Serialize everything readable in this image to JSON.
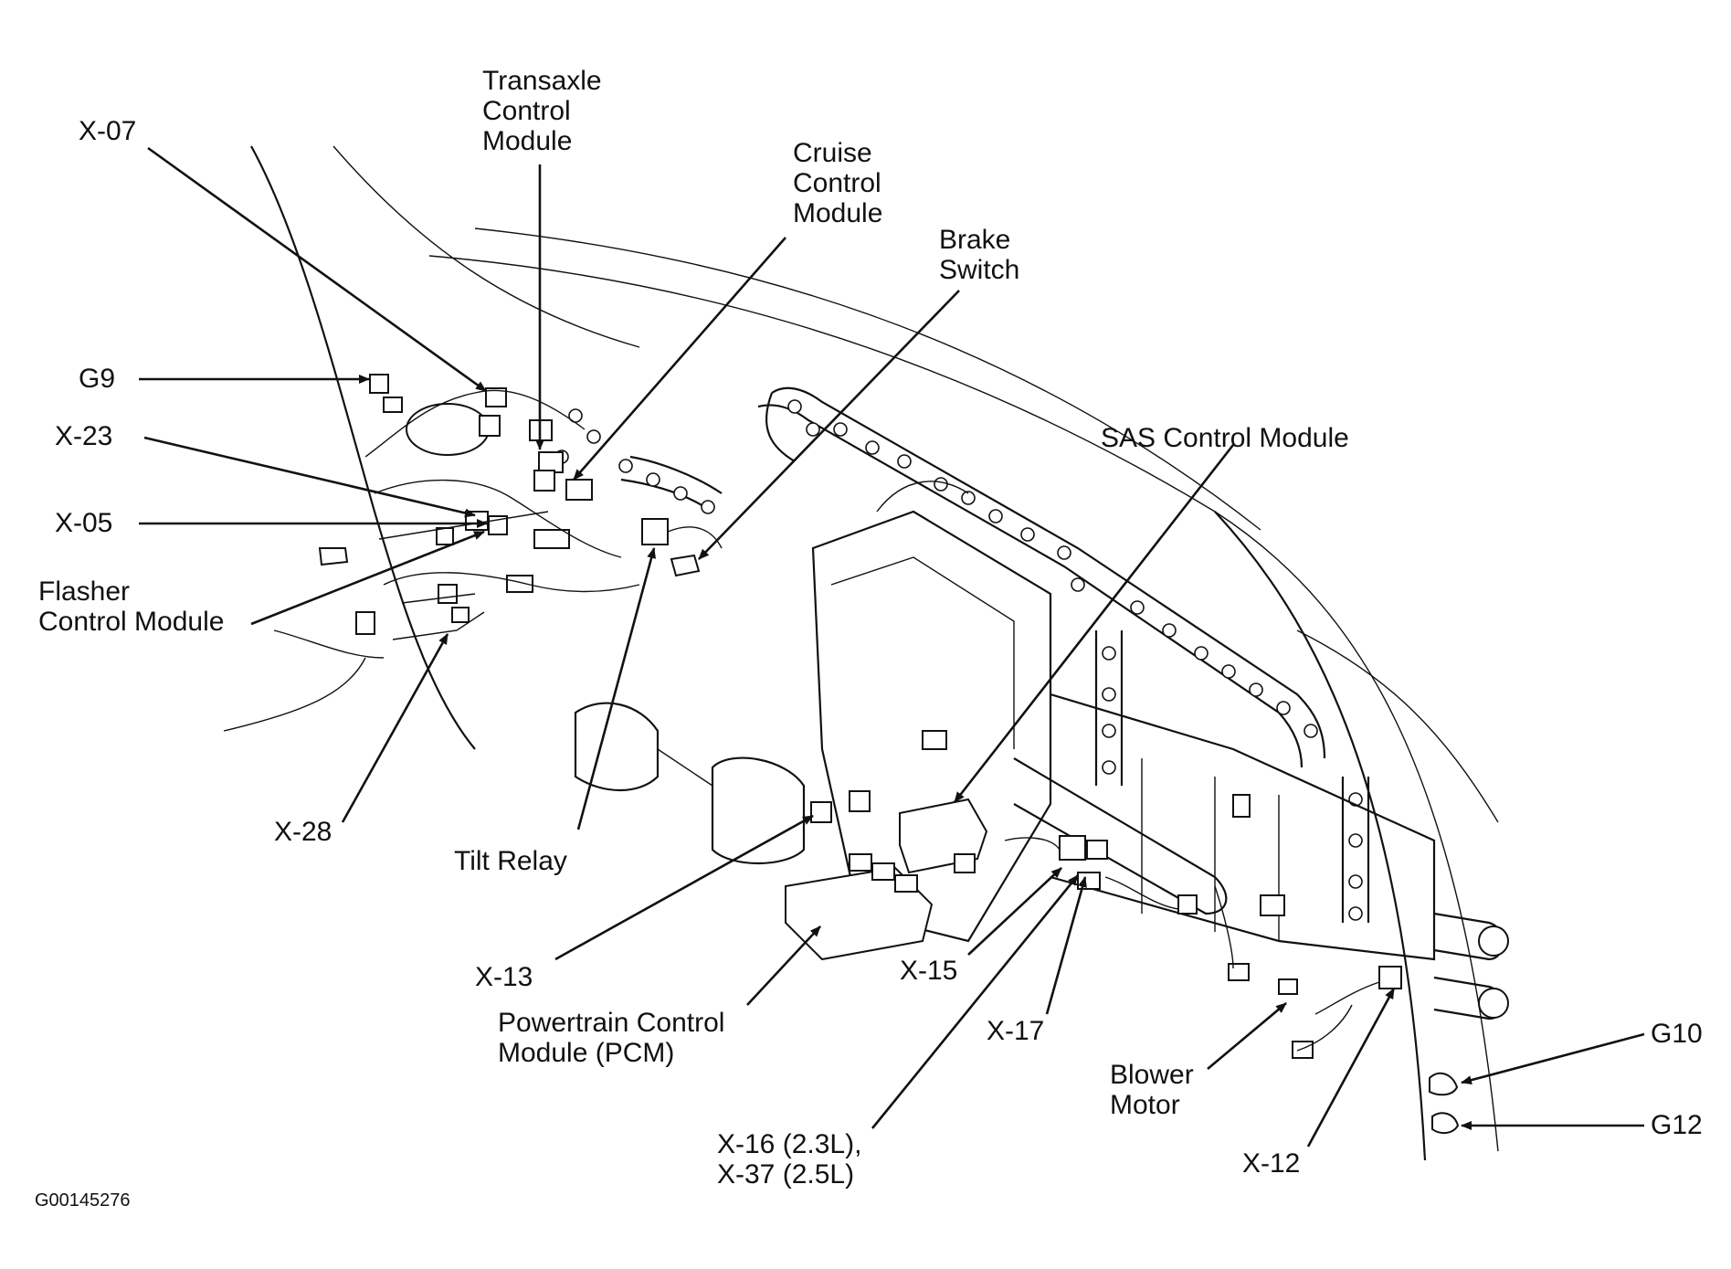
{
  "figure_code": "G00145276",
  "labels": {
    "x07": "X-07",
    "transaxle_1": "Transaxle",
    "transaxle_2": "Control",
    "transaxle_3": "Module",
    "cruise_1": "Cruise",
    "cruise_2": "Control",
    "cruise_3": "Module",
    "brake_1": "Brake",
    "brake_2": "Switch",
    "g9": "G9",
    "x23": "X-23",
    "x05": "X-05",
    "flasher_1": "Flasher",
    "flasher_2": "Control Module",
    "sas": "SAS Control Module",
    "x28": "X-28",
    "tilt": "Tilt Relay",
    "x13": "X-13",
    "x15": "X-15",
    "x17": "X-17",
    "pcm_1": "Powertrain Control",
    "pcm_2": "Module (PCM)",
    "x16_1": "X-16 (2.3L),",
    "x16_2": "X-37 (2.5L)",
    "blower_1": "Blower",
    "blower_2": "Motor",
    "x12": "X-12",
    "g10": "G10",
    "g12": "G12"
  }
}
